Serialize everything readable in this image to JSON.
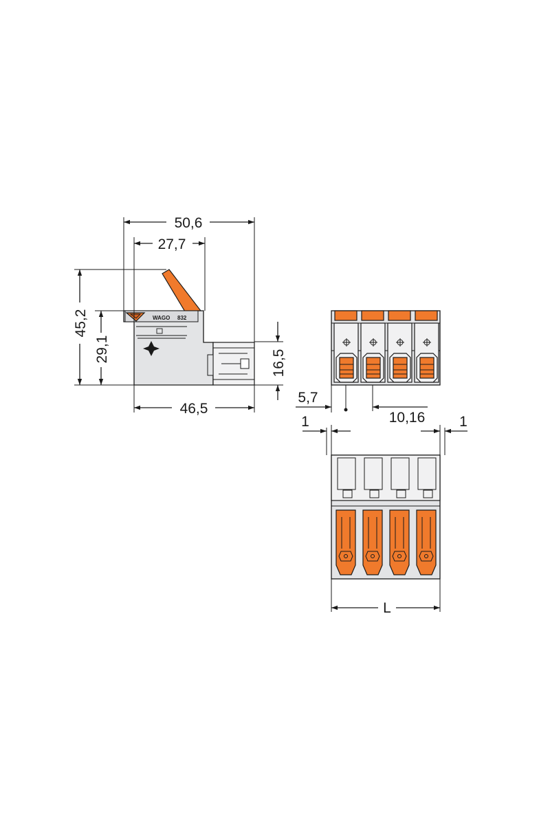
{
  "dimensions": {
    "overall_length": "50,6",
    "lever_offset": "27,7",
    "overall_height": "45,2",
    "body_height": "29,1",
    "pin_height": "16,5",
    "body_length": "46,5",
    "first_pin": "5,7",
    "pitch": "10,16",
    "left_margin": "1",
    "right_margin": "1",
    "length_label": "L"
  },
  "marking": {
    "brand": "WAGO",
    "series": "832"
  },
  "colors": {
    "housing": "#e3e4e6",
    "lever": "#f07a2c",
    "line": "#1a1a1a"
  }
}
